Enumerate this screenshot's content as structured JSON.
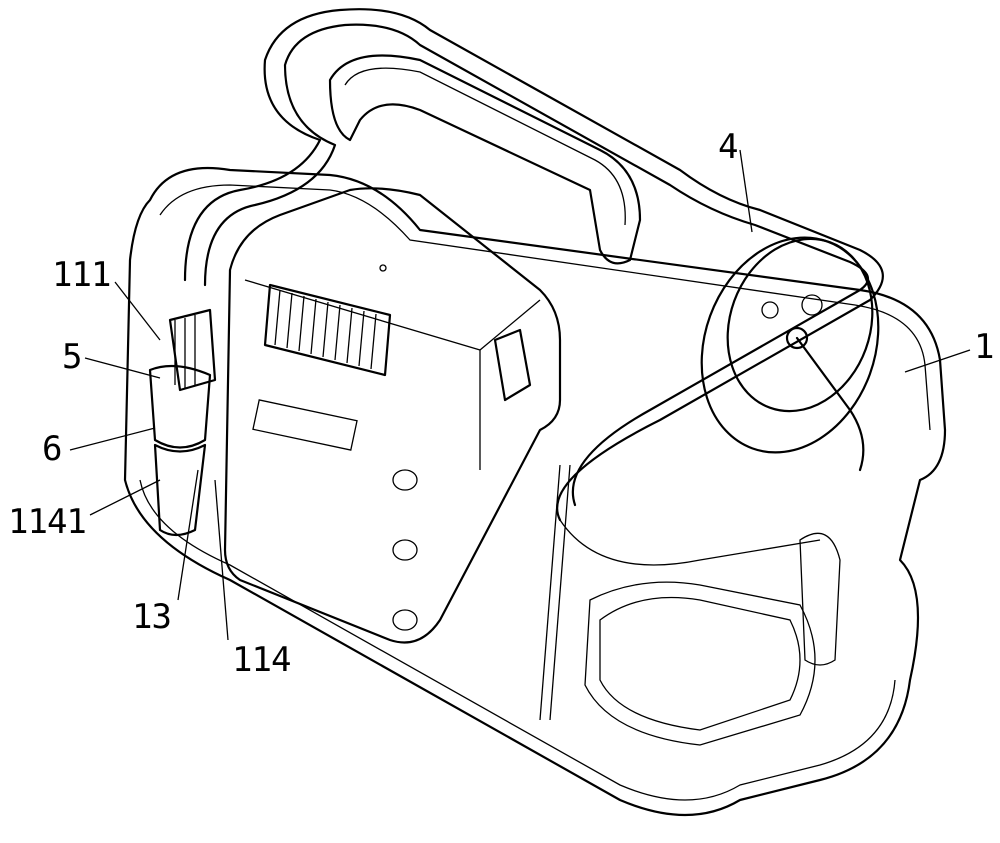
{
  "figure": {
    "labels": {
      "l111": "111",
      "l5": "5",
      "l6": "6",
      "l1141": "1141",
      "l13": "13",
      "l114": "114",
      "l4": "4",
      "l1": "1"
    }
  }
}
